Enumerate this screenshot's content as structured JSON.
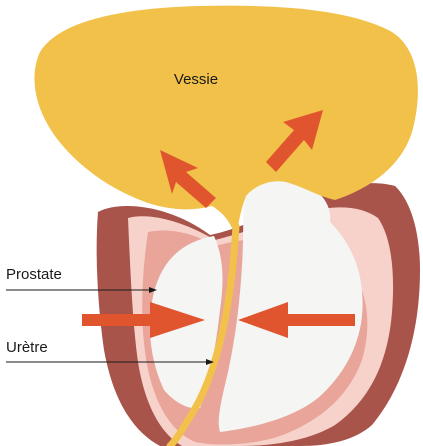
{
  "labels": {
    "bladder": "Vessie",
    "prostate": "Prostate",
    "urethra": "Urètre"
  },
  "colors": {
    "bladder": "#F2C14A",
    "tissue_dark": "#A8544A",
    "tissue_pink": "#E9A59A",
    "tissue_light": "#F7D2CB",
    "prostate_lobe": "#F5F5F3",
    "urethra": "#F2C14A",
    "arrow": "#E0552E",
    "pointer": "#1a1a1a"
  }
}
